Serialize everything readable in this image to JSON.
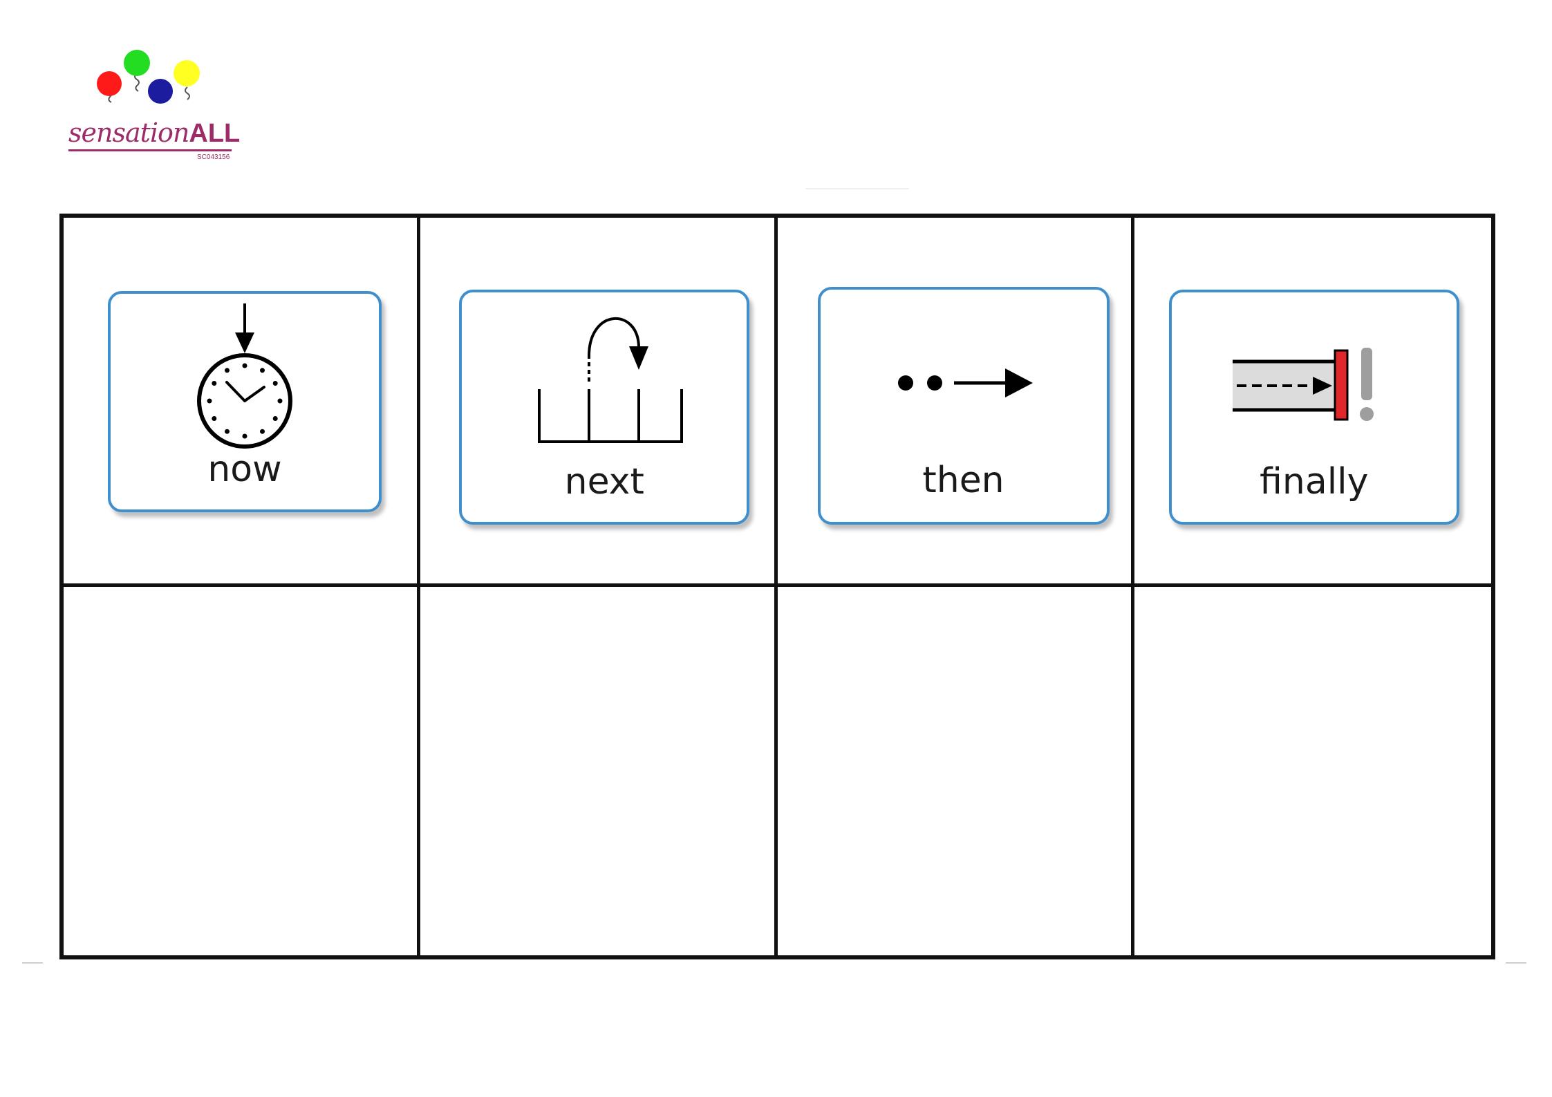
{
  "logo": {
    "name_script": "sensation",
    "name_caps": "ALL",
    "registration": "SC043156",
    "balloon_colors": [
      "#ff1a1a",
      "#22dd22",
      "#1c1c9e",
      "#ffff22"
    ]
  },
  "cards": [
    {
      "label": "now",
      "icon": "stopwatch-icon"
    },
    {
      "label": "next",
      "icon": "jump-next-icon"
    },
    {
      "label": "then",
      "icon": "dots-arrow-icon"
    },
    {
      "label": "finally",
      "icon": "finish-line-icon"
    }
  ],
  "colors": {
    "card_border": "#3f8fcd",
    "grid_line": "#111111",
    "finish_red": "#e0282b",
    "brand": "#9c2b68"
  }
}
